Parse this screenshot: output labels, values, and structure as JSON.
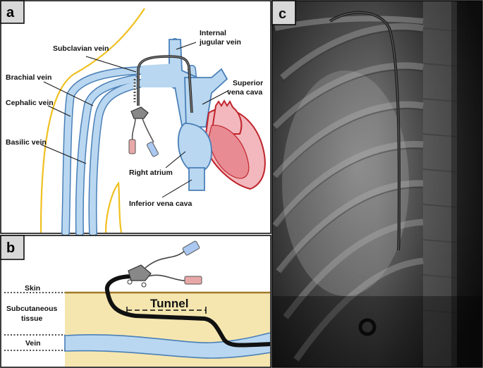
{
  "panels": {
    "a": {
      "tag": "a",
      "labels": {
        "subclavian": "Subclavian vein",
        "internal_jugular_1": "Internal",
        "internal_jugular_2": "jugular vein",
        "brachial": "Brachial vein",
        "cephalic": "Cephalic vein",
        "basilic": "Basilic vein",
        "svc_1": "Superior",
        "svc_2": "vena cava",
        "right_atrium": "Right atrium",
        "ivc": "Inferior vena cava"
      }
    },
    "b": {
      "tag": "b",
      "labels": {
        "skin": "Skin",
        "subcutaneous_1": "Subcutaneous",
        "subcutaneous_2": "tissue",
        "vein": "Vein",
        "tunnel": "Tunnel"
      }
    },
    "c": {
      "tag": "c"
    }
  },
  "colors": {
    "vein_fill": "#b9d7f0",
    "vein_stroke": "#4a7fb8",
    "heart_fill": "#f2b8bd",
    "heart_stroke": "#c0242c",
    "arm_outline": "#f0c020",
    "skin_line": "#a07a2a",
    "tissue": "#f5e6b0",
    "catheter": "#111111"
  }
}
